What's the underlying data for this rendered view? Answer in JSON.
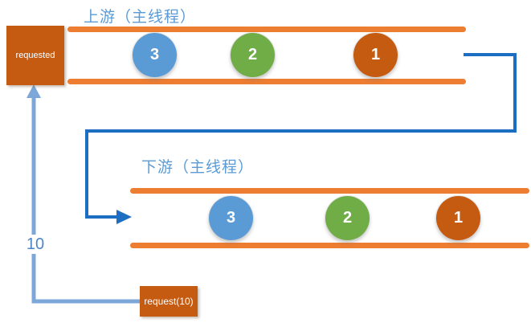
{
  "colors": {
    "orange_bar": "#ED7D31",
    "dark_orange": "#C55A11",
    "blue": "#5B9BD5",
    "green": "#70AD47",
    "dark_blue_connector": "#1B6EC1",
    "light_blue_connector": "#7DA7D9",
    "title_blue": "#5B9BD5",
    "label_blue": "#4E86C6"
  },
  "upstream": {
    "title": "上游（主线程）",
    "items": [
      {
        "label": "3",
        "color": "#5B9BD5"
      },
      {
        "label": "2",
        "color": "#70AD47"
      },
      {
        "label": "1",
        "color": "#C55A11"
      }
    ]
  },
  "downstream": {
    "title": "下游（主线程）",
    "items": [
      {
        "label": "3",
        "color": "#5B9BD5"
      },
      {
        "label": "2",
        "color": "#70AD47"
      },
      {
        "label": "1",
        "color": "#C55A11"
      }
    ]
  },
  "requested_box": {
    "label": "requested"
  },
  "request_box": {
    "label": "request(10)"
  },
  "request_amount": "10"
}
